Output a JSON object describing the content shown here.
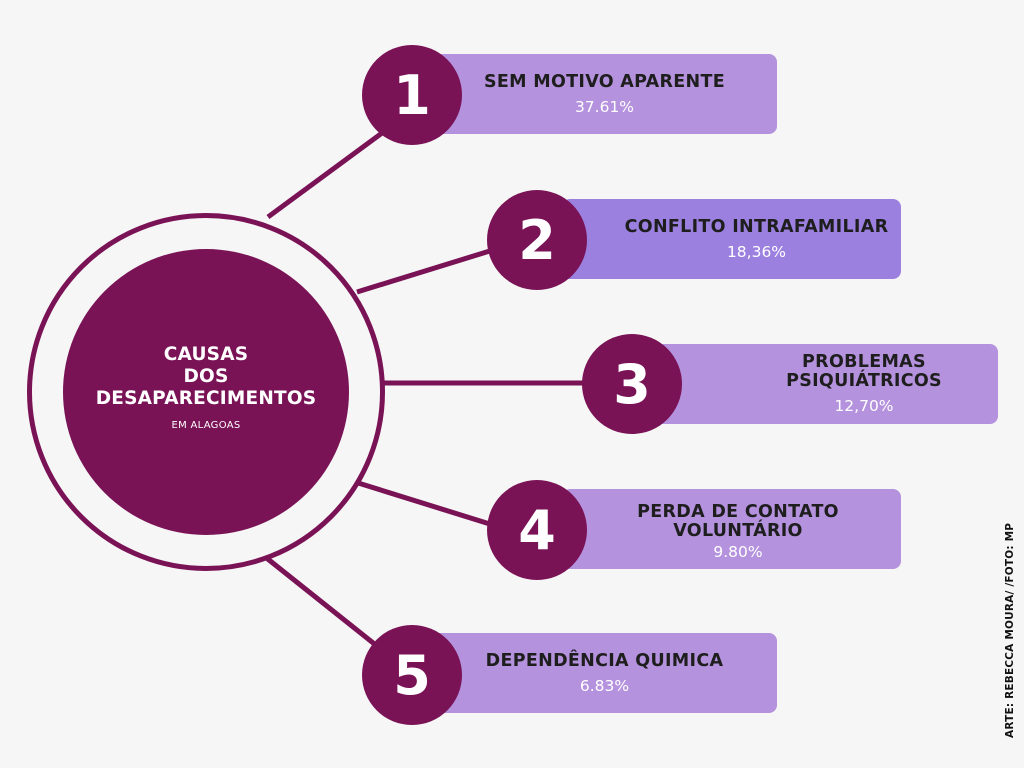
{
  "center": {
    "title_lines": [
      "CAUSAS",
      "DOS",
      "DESAPARECIMENTOS"
    ],
    "subtitle": "EM ALAGOAS"
  },
  "items": [
    {
      "number": "1",
      "label": "SEM MOTIVO APARENTE",
      "value": "37.61%"
    },
    {
      "number": "2",
      "label": "CONFLITO INTRAFAMILIAR",
      "value": "18,36%"
    },
    {
      "number": "3",
      "label": "PROBLEMAS PSIQUIÁTRICOS",
      "value": "12,70%"
    },
    {
      "number": "4",
      "label_lines": [
        "PERDA DE CONTATO",
        "VOLUNTÁRIO"
      ],
      "value": "9.80%"
    },
    {
      "number": "5",
      "label": "DEPENDÊNCIA QUIMICA",
      "value": "6.83%"
    }
  ],
  "credit": "ARTE: REBECCA MOURA/ /FOTO: MP",
  "colors": {
    "background": "#f6f6f6",
    "primary": "#7a1256",
    "card_light": "#b592dd",
    "card_accent": "#9c80e0",
    "text_dark": "#1e1e1e",
    "text_light": "#ffffff"
  }
}
